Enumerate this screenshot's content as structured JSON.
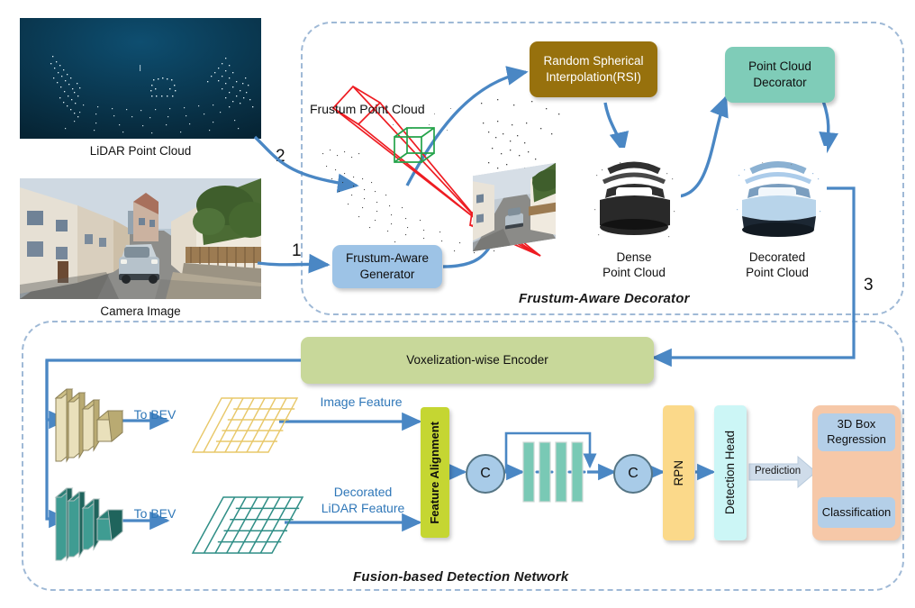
{
  "figure": {
    "domain": "architecture-diagram",
    "colors": {
      "arrow_blue": "#4a87c4",
      "dashed_border": "#9fb9d6",
      "rsi_gold": "#97710d",
      "decorator_teal": "#7fccb8",
      "generator_blue": "#9dc3e6",
      "encoder_green": "#c8d89a",
      "alignment_yellowgreen": "#c5d632",
      "rpn_yellow": "#fbd98a",
      "head_cyan": "#ccf6f6",
      "output_peach": "#f6c8a8",
      "output_inner_blue": "#b4cfe8",
      "resblock_teal": "#79c9b5",
      "circle_blue": "#a8cbe8",
      "bev_image_grid": "#e8c86a",
      "bev_lidar_grid": "#2f8e86",
      "cnn_tan": "#ddd0a4",
      "cnn_teal": "#3a9188",
      "frustum_red": "#ee1c22",
      "frustum_green": "#24a34a"
    }
  },
  "inputs": {
    "lidar": {
      "caption": "LiDAR Point Cloud",
      "icon": "lidar-point-cloud-image"
    },
    "camera": {
      "caption": "Camera Image",
      "icon": "camera-street-image"
    }
  },
  "flow_numbers": {
    "one": "1",
    "two": "2",
    "three": "3"
  },
  "top_module": {
    "caption": "Frustum-Aware Decorator",
    "frustum_label": "Frustum Point Cloud",
    "generator": {
      "line1": "Frustum-Aware",
      "line2": "Generator"
    },
    "rsi": {
      "line1": "Random Spherical",
      "line2": "Interpolation(RSI)"
    },
    "decorator": {
      "line1": "Point Cloud",
      "line2": "Decorator"
    },
    "dense_pc": {
      "line1": "Dense",
      "line2": "Point Cloud"
    },
    "decorated_pc": {
      "line1": "Decorated",
      "line2": "Point Cloud"
    }
  },
  "bottom_module": {
    "caption": "Fusion-based Detection Network",
    "encoder": "Voxelization-wise Encoder",
    "to_bev_image": "To BEV",
    "to_bev_lidar": "To BEV",
    "image_feature": "Image Feature",
    "lidar_feature_line1": "Decorated",
    "lidar_feature_line2": "LiDAR Feature",
    "feature_alignment": "Feature Alignment",
    "concat_1": "C",
    "concat_2": "C",
    "rpn": "RPN",
    "detection_head": "Detection Head",
    "prediction": "Prediction",
    "output_box_regression_line1": "3D Box",
    "output_box_regression_line2": "Regression",
    "output_classification": "Classification"
  }
}
